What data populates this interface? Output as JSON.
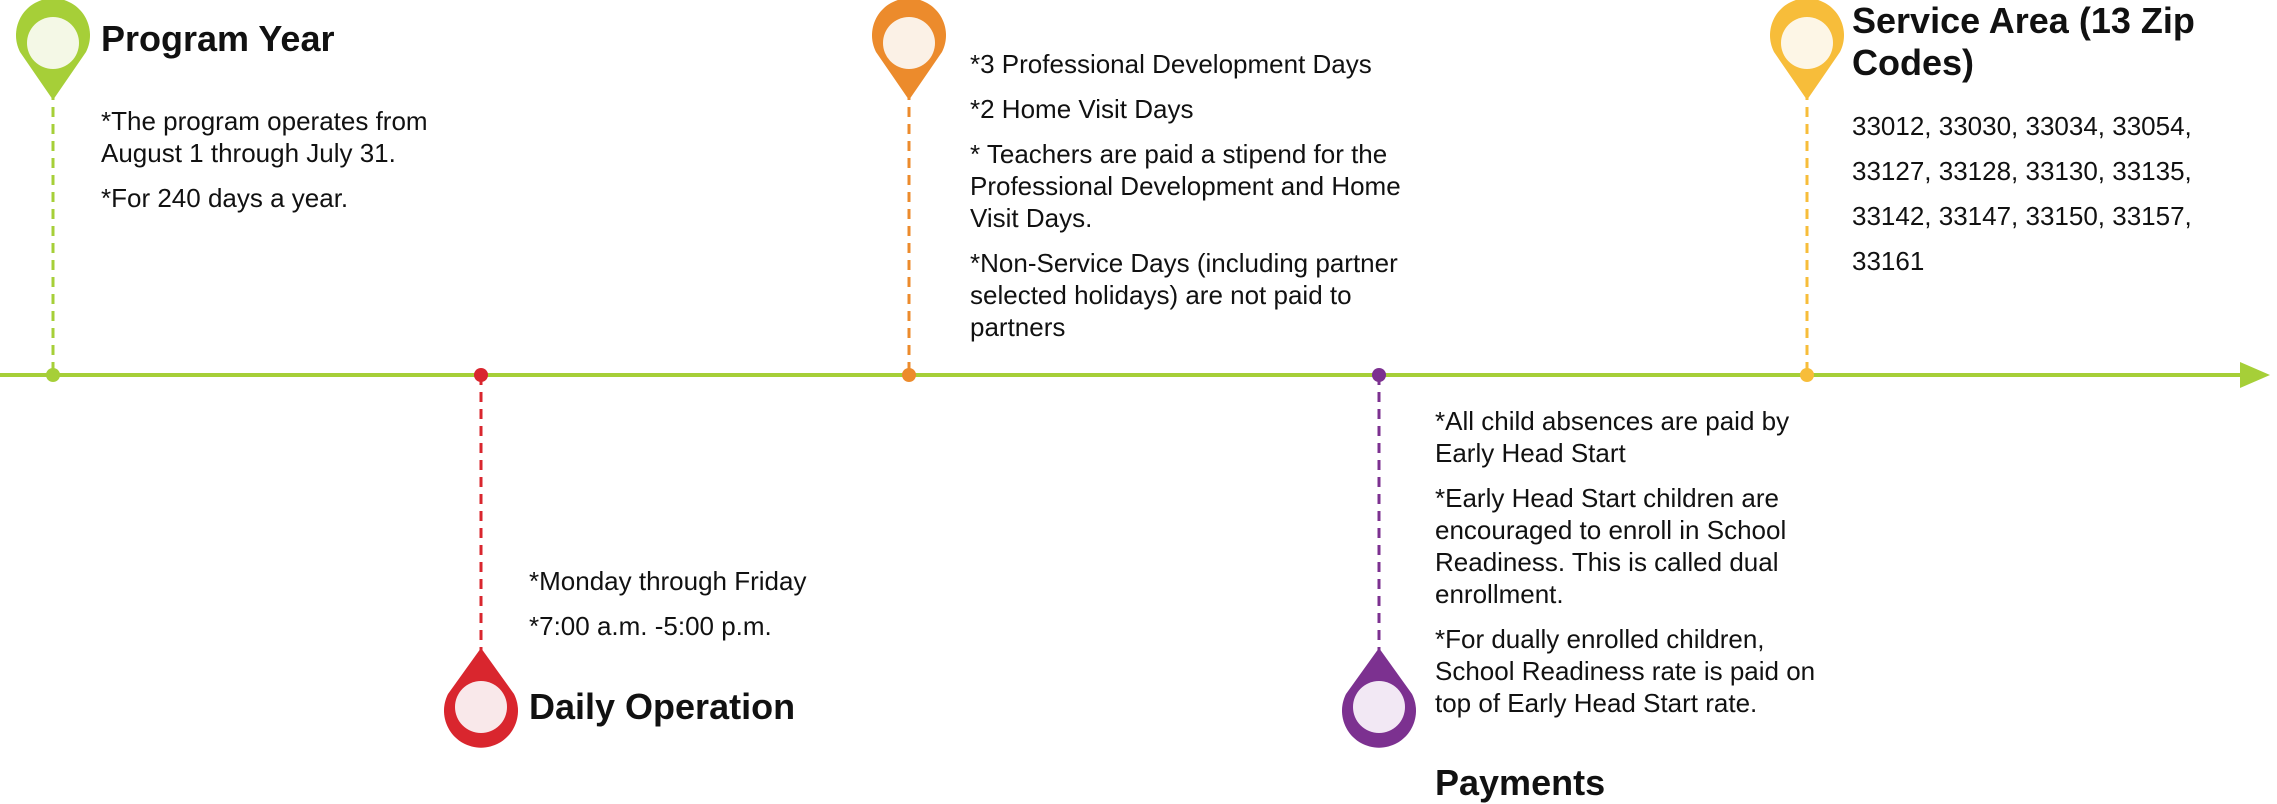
{
  "colors": {
    "axis": "#a6cf38",
    "program_year": "#a6cf38",
    "daily_operation": "#d9262e",
    "service_days": "#ec8b2c",
    "payments": "#7c3190",
    "service_area": "#f7bd3a"
  },
  "milestones": {
    "program_year": {
      "title": "Program Year",
      "lines": [
        "*The program operates from August 1 through July 31.",
        "*For 240 days a year."
      ]
    },
    "daily_operation": {
      "title": "Daily Operation",
      "lines": [
        "*Monday through Friday",
        "*7:00 a.m. -5:00 p.m."
      ]
    },
    "service_days": {
      "title": "",
      "lines": [
        "*3 Professional Development Days",
        "*2 Home Visit Days",
        "* Teachers are paid a stipend for the Professional Development and Home Visit Days.",
        "*Non-Service Days (including partner selected holidays) are not paid to partners"
      ]
    },
    "payments": {
      "title": "Payments",
      "lines": [
        "*All child absences are paid by Early Head Start",
        "*Early Head Start children are encouraged to enroll in School Readiness. This is called dual enrollment.",
        "*For dually enrolled children, School Readiness rate is paid on top of Early Head Start rate."
      ]
    },
    "service_area": {
      "title": "Service Area (13 Zip Codes)",
      "zip_text": "33012, 33030, 33034, 33054, 33127, 33128, 33130, 33135, 33142, 33147, 33150, 33157, 33161"
    }
  }
}
